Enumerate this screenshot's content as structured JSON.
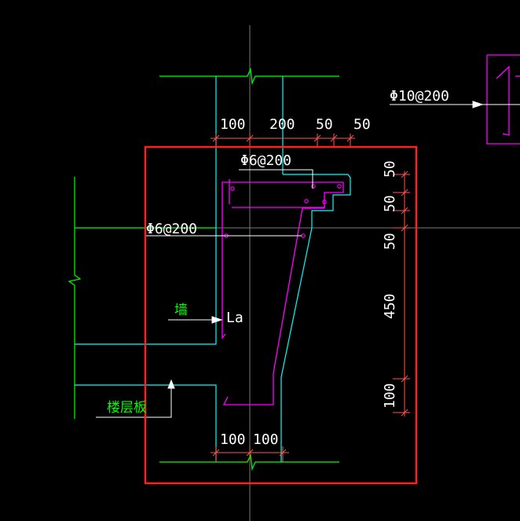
{
  "labels": {
    "top_rebar": "Φ10@200",
    "stirrup_upper": "Φ6@200",
    "stirrup_left": "Φ6@200",
    "anchorage": "La",
    "wall": "墙",
    "floor_slab": "楼层板"
  },
  "dimensions": {
    "top": [
      "100",
      "200",
      "50",
      "50"
    ],
    "bottom": [
      "100",
      "100"
    ],
    "right": [
      "50",
      "50",
      "50",
      "450",
      "100"
    ]
  },
  "colors": {
    "background": "#000000",
    "concrete_outline": "#00ffff",
    "rebar": "#ff00ff",
    "wall_line": "#00ff00",
    "dimension": "#ff5555",
    "highlight_box": "#ff2020",
    "crosshair": "#7a7a7a",
    "leader": "#ffffff"
  }
}
